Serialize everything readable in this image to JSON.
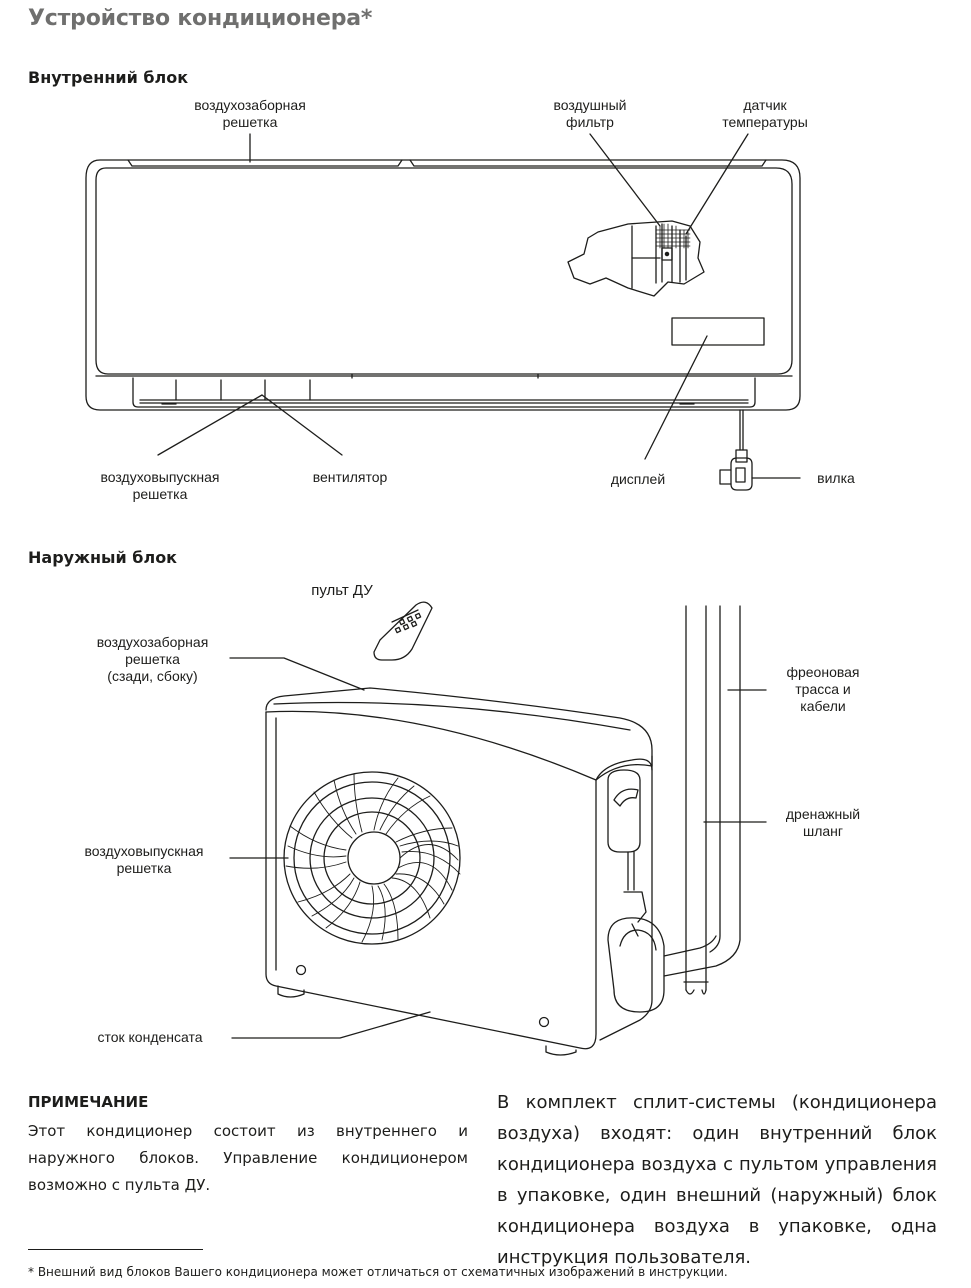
{
  "page": {
    "title": "Устройство кондиционера*",
    "indoor_heading": "Внутренний блок",
    "outdoor_heading": "Наружный блок"
  },
  "indoor_labels": {
    "intake_grille": [
      "воздухозаборная",
      "решетка"
    ],
    "air_filter": [
      "воздушный",
      "фильтр"
    ],
    "temp_sensor": [
      "датчик",
      "температуры"
    ],
    "outlet_grille": [
      "воздуховыпускная",
      "решетка"
    ],
    "fan": "вентилятор",
    "display": "дисплей",
    "plug": "вилка"
  },
  "outdoor_labels": {
    "remote": "пульт ДУ",
    "intake_grille": [
      "воздухозаборная",
      "решетка",
      "(сзади, сбоку)"
    ],
    "freon_line": [
      "фреоновая",
      "трасса и",
      "кабели"
    ],
    "drain_hose": [
      "дренажный",
      "шланг"
    ],
    "outlet_grille": [
      "воздуховыпускная",
      "решетка"
    ],
    "condensate_drain": "сток конденсата"
  },
  "note": {
    "heading": "ПРИМЕЧАНИЕ",
    "text": "Этот кондиционер состоит из внутреннего и наружного блоков. Управление кондиционером возможно с пульта ДУ."
  },
  "kit_text": "В комплект сплит-системы (кондиционера воздуха) входят: один внутренний блок кондиционера воздуха с пультом управления в упаковке, один внешний (наружный) блок кондиционера воздуха в упаковке, одна инструкция пользователя.",
  "footnote": "* Внешний вид блоков Вашего кондиционера может отличаться от схематичных изображений в инструкции."
}
